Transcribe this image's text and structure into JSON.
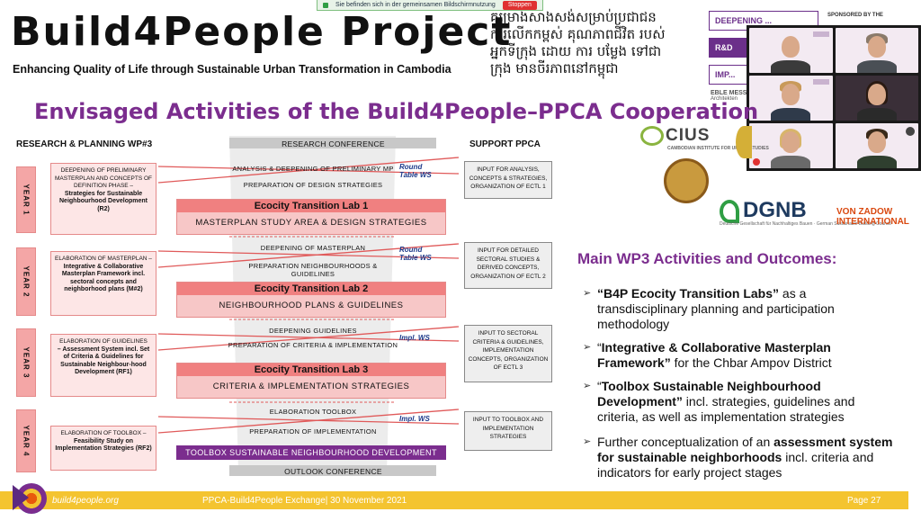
{
  "screen_share": {
    "message": "Sie befinden sich in der gemeinsamen Bildschirmnutzung",
    "stop_label": "Stoppen"
  },
  "header": {
    "title": "Build4People Project",
    "subtitle": "Enhancing Quality of Life through Sustainable Urban Transformation in Cambodia",
    "khmer_line1": "គម្រោងសាងសង់សម្រាប់ប្រជាជន",
    "khmer_line2": "ការលើកកម្ពស់ គុណភាពជីវិត របស់",
    "khmer_line3": "អ្នកទីក្រុង ដោយ ការ បម្លែង ទៅជា",
    "khmer_line4": "ក្រុង មានចីរភាពនៅកម្ពុជា"
  },
  "background_menu": {
    "items": [
      "DEEPENING ...",
      "R&D",
      "IMP..."
    ],
    "eble": "EBLE MESS",
    "eble_sub": "Architekten"
  },
  "sponsors": {
    "sponsored_label": "SPONSORED BY THE",
    "cius": "CIUS",
    "cius_sub": "CAMBODIAN INSTITUTE FOR URBAN STUDIES",
    "dgnb": "DGNB",
    "dgnb_sub": "Deutsche Gesellschaft für Nachhaltiges Bauen · German Sustainable Building Council",
    "vzi_line1": "VON ZADOW",
    "vzi_line2": "INTERNATIONAL"
  },
  "slide": {
    "activities_title": "Envisaged Activities of the Build4People–PPCA Cooperation",
    "col_left": "RESEARCH & PLANNING WP#3",
    "col_right": "SUPPORT PPCA",
    "research_conference": "RESEARCH CONFERENCE",
    "outlook_conference": "OUTLOOK CONFERENCE",
    "years": [
      "YEAR 1",
      "YEAR 2",
      "YEAR 3",
      "YEAR 4"
    ],
    "left_boxes": [
      {
        "line": "DEEPENING OF PRELIMINARY MASTERPLAN AND CONCEPTS OF DEFINITION PHASE –",
        "bold": "Strategies for Sustainable Neighbourhood Development (R2)"
      },
      {
        "line": "ELABORATION OF MASTERPLAN –",
        "bold": "Integrative & Collaborative Masterplan Framework incl. sectoral concepts and neighborhood plans (M#2)"
      },
      {
        "line": "ELABORATION OF GUIDELINES",
        "bold": "– Assessment System incl. Set of Criteria & Guidelines for Sustainable Neighbour-hood Development (RF1)"
      },
      {
        "line": "ELABORATION OF TOOLBOX –",
        "bold": "Feasibility Study on Implementation Strategies (RF2)"
      }
    ],
    "center_rows": [
      {
        "top": "ANALYSIS & DEEPENING OF PRELIMINARY MP",
        "bottom": "PREPARATION OF DESIGN STRATEGIES",
        "ws": "Round Table WS",
        "lab_title": "Ecocity Transition Lab 1",
        "lab_sub": "MASTERPLAN STUDY AREA & DESIGN STRATEGIES"
      },
      {
        "top": "DEEPENING OF MASTERPLAN",
        "bottom": "PREPARATION NEIGHBOURHOODS & GUIDELINES",
        "ws": "Round Table WS",
        "lab_title": "Ecocity Transition Lab 2",
        "lab_sub": "NEIGHBOURHOOD PLANS & GUIDELINES"
      },
      {
        "top": "DEEPENING GUIDELINES",
        "bottom": "PREPARATION OF CRITERIA & IMPLEMENTATION",
        "ws": "Impl. WS",
        "lab_title": "Ecocity Transition Lab 3",
        "lab_sub": "CRITERIA & IMPLEMENTATION STRATEGIES"
      },
      {
        "top": "ELABORATION TOOLBOX",
        "bottom": "PREPARATION OF IMPLEMENTATION",
        "ws": "Impl. WS",
        "lab_title": "",
        "lab_sub": "TOOLBOX SUSTAINABLE NEIGHBOURHOOD DEVELOPMENT"
      }
    ],
    "right_boxes": [
      "INPUT FOR ANALYSIS, CONCEPTS & STRATEGIES, ORGANIZATION OF ECTL 1",
      "INPUT FOR DETAILED SECTORAL STUDIES & DERIVED CONCEPTS, ORGANIZATION OF ECTL 2",
      "INPUT TO SECTORAL CRITERIA & GUIDELINES, IMPLEMENTATION CONCEPTS, ORGANIZATION OF ECTL 3",
      "INPUT TO TOOLBOX AND IMPLEMENTATION STRATEGIES"
    ],
    "wp3_title": "Main WP3 Activities and Outcomes:",
    "bullets": [
      {
        "pre": "",
        "bold": "“B4P Ecocity Transition Labs”",
        "post": " as a transdisciplinary planning and participation methodology"
      },
      {
        "pre": "“",
        "bold": "Integrative & Collaborative Masterplan Framework”",
        "post": " for the Chbar Ampov District"
      },
      {
        "pre": "“",
        "bold": "Toolbox Sustainable Neighbourhood Development”",
        "post": " incl. strategies, guidelines and criteria, as well as implementation strategies"
      },
      {
        "pre": "Further conceptualization of an ",
        "bold": "assessment system for sustainable neighborhoods",
        "post": " incl. criteria and indicators for early project stages"
      }
    ]
  },
  "footer": {
    "site": "build4people.org",
    "event": "PPCA-Build4People Exchange| 30 November 2021",
    "page": "Page 27"
  },
  "colors": {
    "purple": "#7b2d8e",
    "lab_red": "#f08080",
    "footer_yellow": "#f4c430"
  }
}
